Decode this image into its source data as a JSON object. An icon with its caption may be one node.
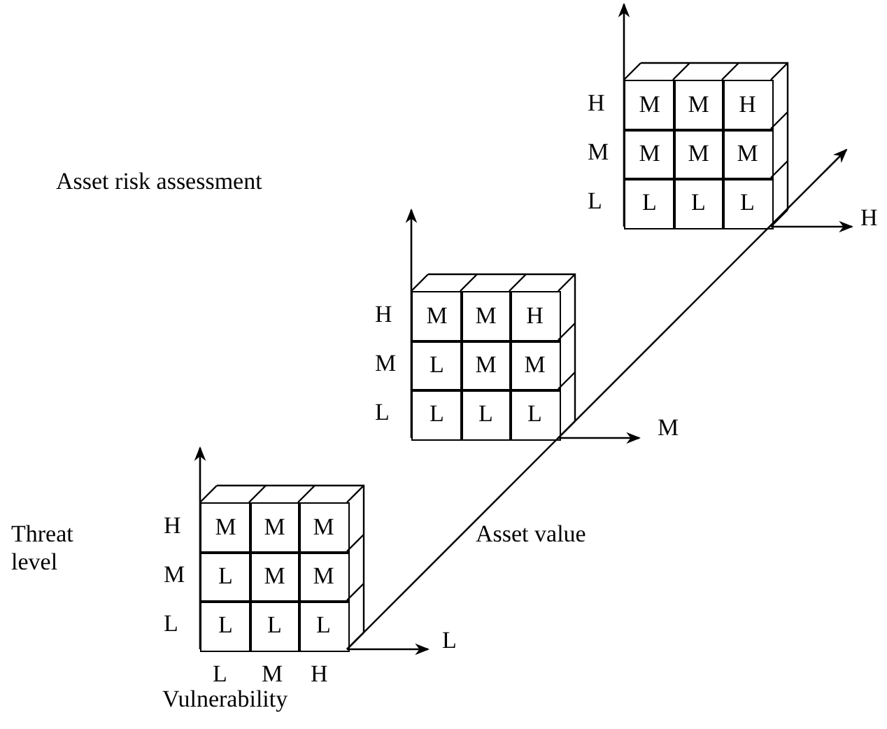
{
  "diagram": {
    "title": "Asset risk assessment",
    "labels": [
      "H",
      "M",
      "M",
      "H",
      "M",
      "M",
      "M",
      "M",
      "L",
      "L",
      "L",
      "L",
      "H",
      "H",
      "M",
      "M",
      "H",
      "M",
      "L",
      "M",
      "M",
      "L",
      "L",
      "L",
      "L",
      "M",
      "Threat level",
      "H",
      "M",
      "M",
      "M",
      "M",
      "L",
      "M",
      "M",
      "L",
      "L",
      "L",
      "L",
      "Asset value",
      "L",
      "L",
      "M",
      "H",
      "Vulnerability"
    ]
  }
}
